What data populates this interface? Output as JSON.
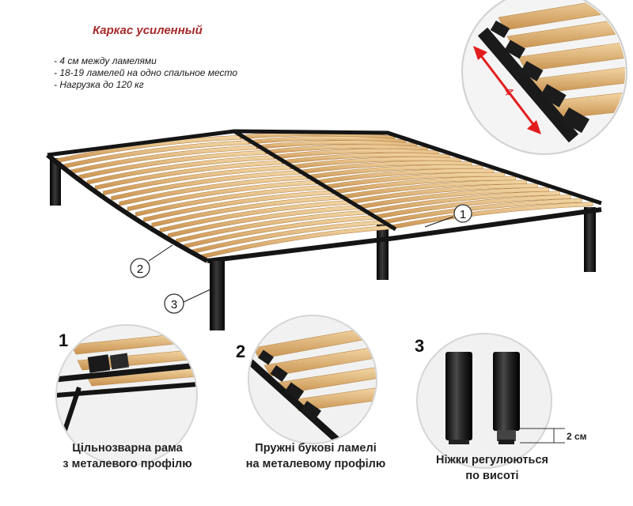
{
  "title": "Каркас усиленный",
  "features": [
    "- 4 см между ламелями",
    "- 18-19 ламелей на одно спальное место",
    "- Нагрузка до 120 кг"
  ],
  "callouts": [
    "1",
    "2",
    "3"
  ],
  "zoom_inset": {
    "spacing_label": "4"
  },
  "details": [
    {
      "number": "1",
      "caption_line1": "Цільнозварна рама",
      "caption_line2": "з металевого профілю"
    },
    {
      "number": "2",
      "caption_line1": "Пружні букові ламелі",
      "caption_line2": "на металевому профілю"
    },
    {
      "number": "3",
      "caption_line1": "Ніжки регулюються",
      "caption_line2": "по висоті",
      "measure_label": "2 см"
    }
  ],
  "colors": {
    "title": "#a52a2a",
    "frame": "#151515",
    "slat": "#e2b878",
    "arrow": "#e21d1d"
  }
}
